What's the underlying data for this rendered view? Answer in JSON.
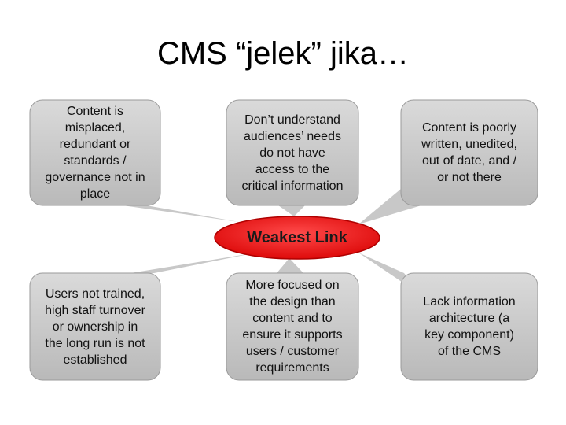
{
  "title": "CMS “jelek” jika…",
  "diagram": {
    "center": "Weakest Link",
    "callouts": [
      {
        "text": "Content is\nmisplaced,\nredundant or\nstandards /\ngovernance not in\nplace"
      },
      {
        "text": "Don’t understand\naudiences’ needs\ndo not have\naccess to the\ncritical information"
      },
      {
        "text": "Content is poorly\nwritten, unedited,\nout of date, and /\nor not there"
      },
      {
        "text": "Users not trained,\nhigh staff turnover\nor ownership in\nthe long run is not\nestablished"
      },
      {
        "text": "More focused on\nthe design than\ncontent and to\nensure it supports\nusers / customer\nrequirements"
      },
      {
        "text": "Lack information\narchitecture (a\nkey component)\nof the CMS"
      }
    ]
  },
  "colors": {
    "bubble_fill": "#c8c8c8",
    "bubble_stroke": "#9a9a9a",
    "center_fill": "#ee1111",
    "center_stroke": "#b00000"
  }
}
